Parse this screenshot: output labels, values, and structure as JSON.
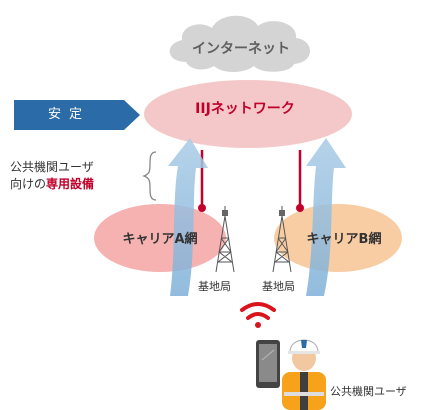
{
  "cloud": {
    "label": "インターネット",
    "color": "#d4d4d4"
  },
  "core_network": {
    "label": "IIJネットワーク",
    "color": "#f3c2c2"
  },
  "status_badge": {
    "label": "安定",
    "color": "#2a6ba8"
  },
  "description": {
    "line1": "公共機関ユーザ",
    "line2_prefix": "向けの",
    "line2_highlight": "専用設備"
  },
  "carriers": [
    {
      "label": "キャリアA網",
      "color": "#f4a3a3"
    },
    {
      "label": "キャリアB網",
      "color": "#f7c89a"
    }
  ],
  "base_stations": [
    "基地局",
    "基地局"
  ],
  "user": {
    "label": "公共機関ユーザ"
  },
  "colors": {
    "arrow": "#9cc2e0",
    "link": "#c1002b",
    "wifi": "#d9141c"
  }
}
